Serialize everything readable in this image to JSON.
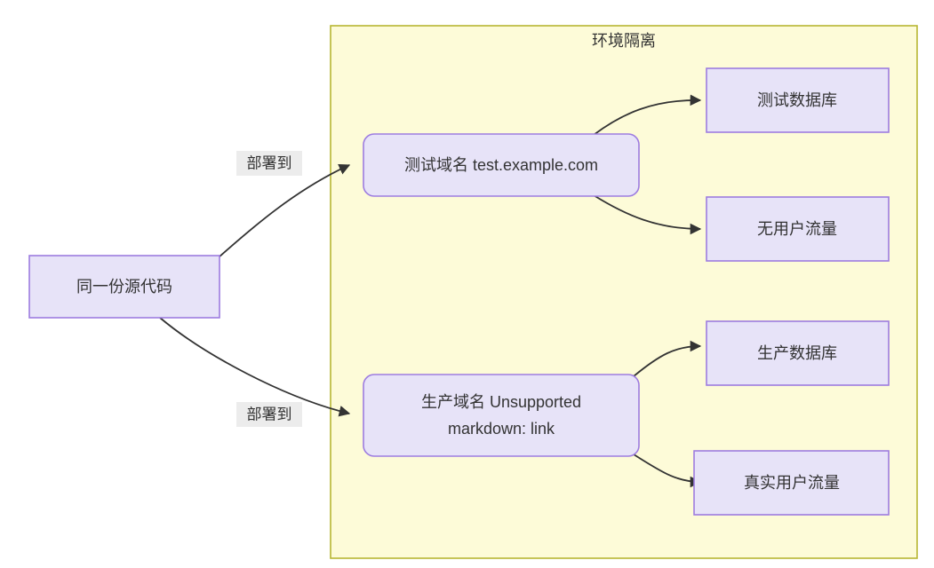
{
  "diagram": {
    "type": "flowchart",
    "direction": "left-to-right",
    "background_color": "#ffffff",
    "cluster": {
      "id": "env-isolation",
      "label": "环境隔离",
      "fill_color": "#fdfbd8",
      "stroke_color": "#b7b632"
    },
    "node_style": {
      "fill_color": "#e7e3f8",
      "stroke_color": "#9d7ce0",
      "text_color": "#333333"
    },
    "nodes": [
      {
        "id": "source",
        "label": "同一份源代码",
        "shape": "rect",
        "in_cluster": false
      },
      {
        "id": "test-domain",
        "label": "测试域名 test.example.com",
        "shape": "rounded-rect",
        "in_cluster": true
      },
      {
        "id": "prod-domain",
        "label_lines": [
          "生产域名 Unsupported",
          "markdown: link"
        ],
        "shape": "rounded-rect",
        "in_cluster": true
      },
      {
        "id": "test-db",
        "label": "测试数据库",
        "shape": "rect",
        "in_cluster": true
      },
      {
        "id": "no-user-traffic",
        "label": "无用户流量",
        "shape": "rect",
        "in_cluster": true
      },
      {
        "id": "prod-db",
        "label": "生产数据库",
        "shape": "rect",
        "in_cluster": true
      },
      {
        "id": "real-user-traffic",
        "label": "真实用户流量",
        "shape": "rect",
        "in_cluster": true
      }
    ],
    "edges": [
      {
        "id": "source-to-test",
        "from": "source",
        "to": "test-domain",
        "label": "部署到"
      },
      {
        "id": "source-to-prod",
        "from": "source",
        "to": "prod-domain",
        "label": "部署到"
      },
      {
        "id": "test-to-testdb",
        "from": "test-domain",
        "to": "test-db",
        "label": ""
      },
      {
        "id": "test-to-notraffic",
        "from": "test-domain",
        "to": "no-user-traffic",
        "label": ""
      },
      {
        "id": "prod-to-proddb",
        "from": "prod-domain",
        "to": "prod-db",
        "label": ""
      },
      {
        "id": "prod-to-realtraffic",
        "from": "prod-domain",
        "to": "real-user-traffic",
        "label": ""
      }
    ],
    "edge_label_style": {
      "background_color": "#ececec",
      "text_color": "#333333"
    }
  }
}
